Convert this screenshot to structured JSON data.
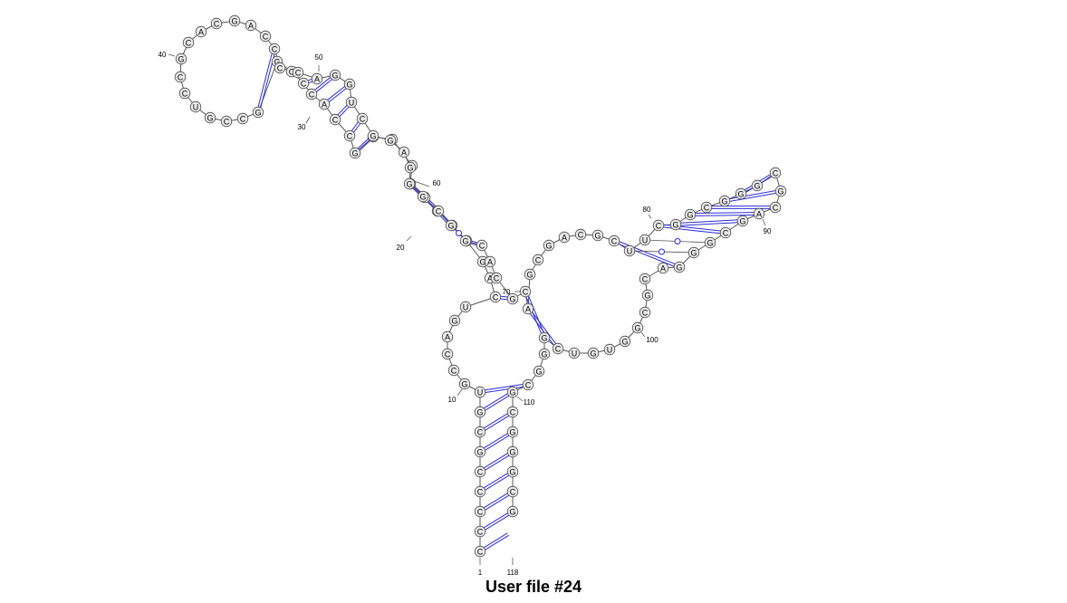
{
  "caption": "User file #24",
  "colors": {
    "background": "#ffffff",
    "backbone": "#555555",
    "pair": "#2a2ad8",
    "nucleotide_fill": "#e9e9e9",
    "nucleotide_stroke": "#444444",
    "text": "#000000"
  },
  "sequence": "CCCCCGCGUGCCAGUCAGCUCCGAGUGCCACCCGGCCGUCCGCACGACCCCAGGUCGGAGGGCGGCACGCAGCGACGCUUCGGCGGGCGCAGCGGGACGCGGUGUCGGGCGCGGGCG",
  "pairs": [
    [
      1,
      118
    ],
    [
      2,
      117
    ],
    [
      3,
      116
    ],
    [
      4,
      115
    ],
    [
      5,
      114
    ],
    [
      6,
      113
    ],
    [
      7,
      112
    ],
    [
      8,
      111
    ],
    [
      9,
      110
    ],
    [
      16,
      69
    ],
    [
      17,
      68
    ],
    [
      18,
      67
    ],
    [
      19,
      66
    ],
    [
      20,
      65
    ],
    [
      21,
      64
    ],
    [
      22,
      63
    ],
    [
      23,
      62
    ],
    [
      27,
      57
    ],
    [
      28,
      56
    ],
    [
      29,
      55
    ],
    [
      30,
      54
    ],
    [
      31,
      53
    ],
    [
      32,
      52
    ],
    [
      33,
      51
    ],
    [
      34,
      50
    ],
    [
      35,
      49
    ],
    [
      70,
      107
    ],
    [
      71,
      106
    ],
    [
      78,
      96
    ],
    [
      79,
      95
    ],
    [
      80,
      94
    ],
    [
      81,
      93
    ],
    [
      82,
      92
    ],
    [
      83,
      91
    ],
    [
      84,
      90
    ],
    [
      85,
      89
    ],
    [
      86,
      88
    ],
    [
      87,
      87
    ]
  ],
  "number_labels": [
    "1",
    "10",
    "20",
    "30",
    "40",
    "50",
    "60",
    "70",
    "80",
    "90",
    "100",
    "110",
    "118"
  ]
}
